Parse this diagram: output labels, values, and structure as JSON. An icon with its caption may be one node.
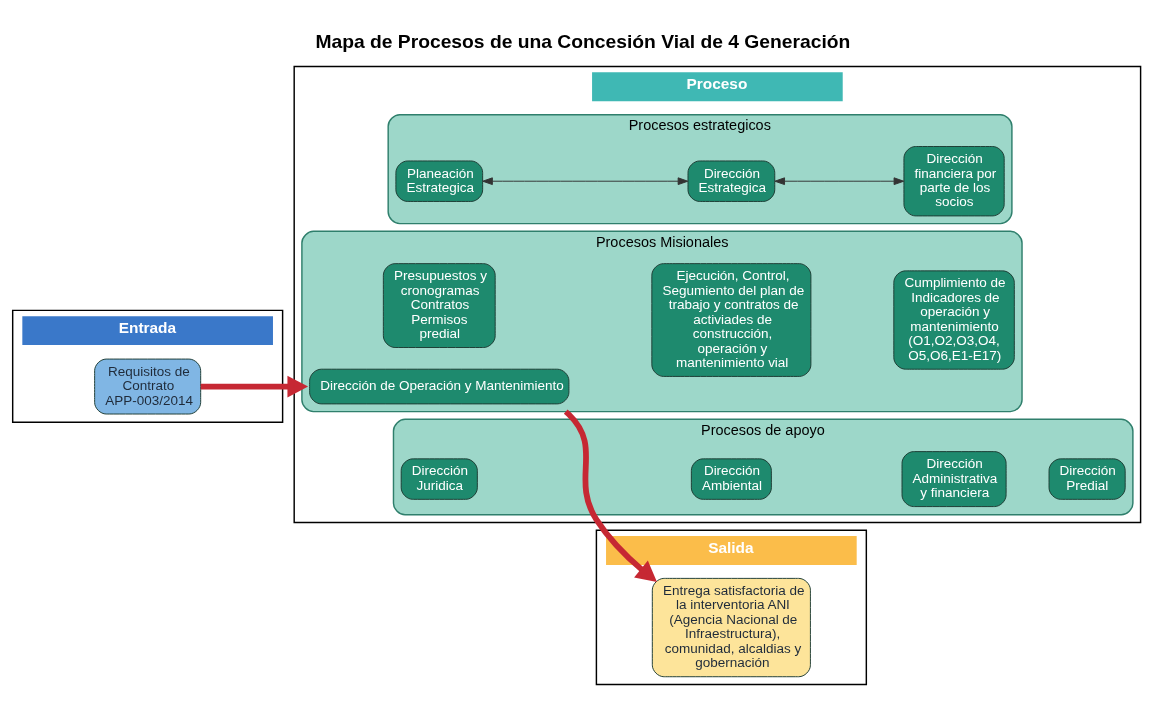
{
  "diagram": {
    "title": "Mapa de Procesos de una Concesión Vial de 4 Generación",
    "nodes": [
      {
        "text": [
          "Entrada"
        ]
      },
      {
        "text": [
          "Proceso"
        ]
      },
      {
        "text": [
          "Salida"
        ]
      },
      {
        "text": [
          "Requisitos de Contrato APP-003/2014"
        ],
        "in": 0
      },
      {
        "text": [
          "Procesos estrategicos"
        ],
        "in": 1
      },
      {
        "text": [
          "Planeación Estrategica"
        ],
        "in": 4
      },
      {
        "text": [
          "Dirección Estrategica"
        ],
        "in": 4
      },
      {
        "text": [
          "Dirección financiera por parte de los socios"
        ],
        "in": 4
      },
      {
        "text": [
          "Procesos Misionales"
        ],
        "in": 1
      },
      {
        "text": [
          "Dirección de Operación y Mantenimiento"
        ],
        "in": 8
      },
      {
        "text": [
          "Presupuestos y cronogramas Contratos Permisos predial"
        ],
        "in": 8
      },
      {
        "text": [
          "Ejecución, Control, Segumiento del plan de trabajo y contratos de activiades de construcción, operación y mantenimiento vial"
        ],
        "in": 8
      },
      {
        "text": [
          "Cumplimiento de Indicadores de operación y mantenimiento (O1,O2,O3,O4, O5,O6,E1-E17)"
        ],
        "in": 8
      },
      {
        "text": [
          "Procesos de apoyo"
        ],
        "in": 1
      },
      {
        "text": [
          "Dirección Juridica"
        ],
        "in": 13
      },
      {
        "text": [
          "Dirección Ambiental"
        ],
        "in": 13
      },
      {
        "text": [
          "Dirección Administrativa y financiera"
        ],
        "in": 13
      },
      {
        "text": [
          "Dirección Predial"
        ],
        "in": 13
      },
      {
        "text": [
          "Entrega satisfactoria de la interventoria ANI (Agencia Nacional de Infraestructura), comunidad, alcaldias y gobernación"
        ],
        "in": 2
      }
    ],
    "edges": [
      {
        "from": 5,
        "to": 6,
        "arrow": "both"
      },
      {
        "from": 6,
        "to": 7,
        "arrow": "both"
      },
      {
        "from": 3,
        "to": 8,
        "arrow": "to",
        "style": "thick",
        "color": "#c62833"
      },
      {
        "from": 8,
        "to": 18,
        "arrow": "to",
        "style": "thick",
        "color": "#c62833"
      }
    ]
  }
}
